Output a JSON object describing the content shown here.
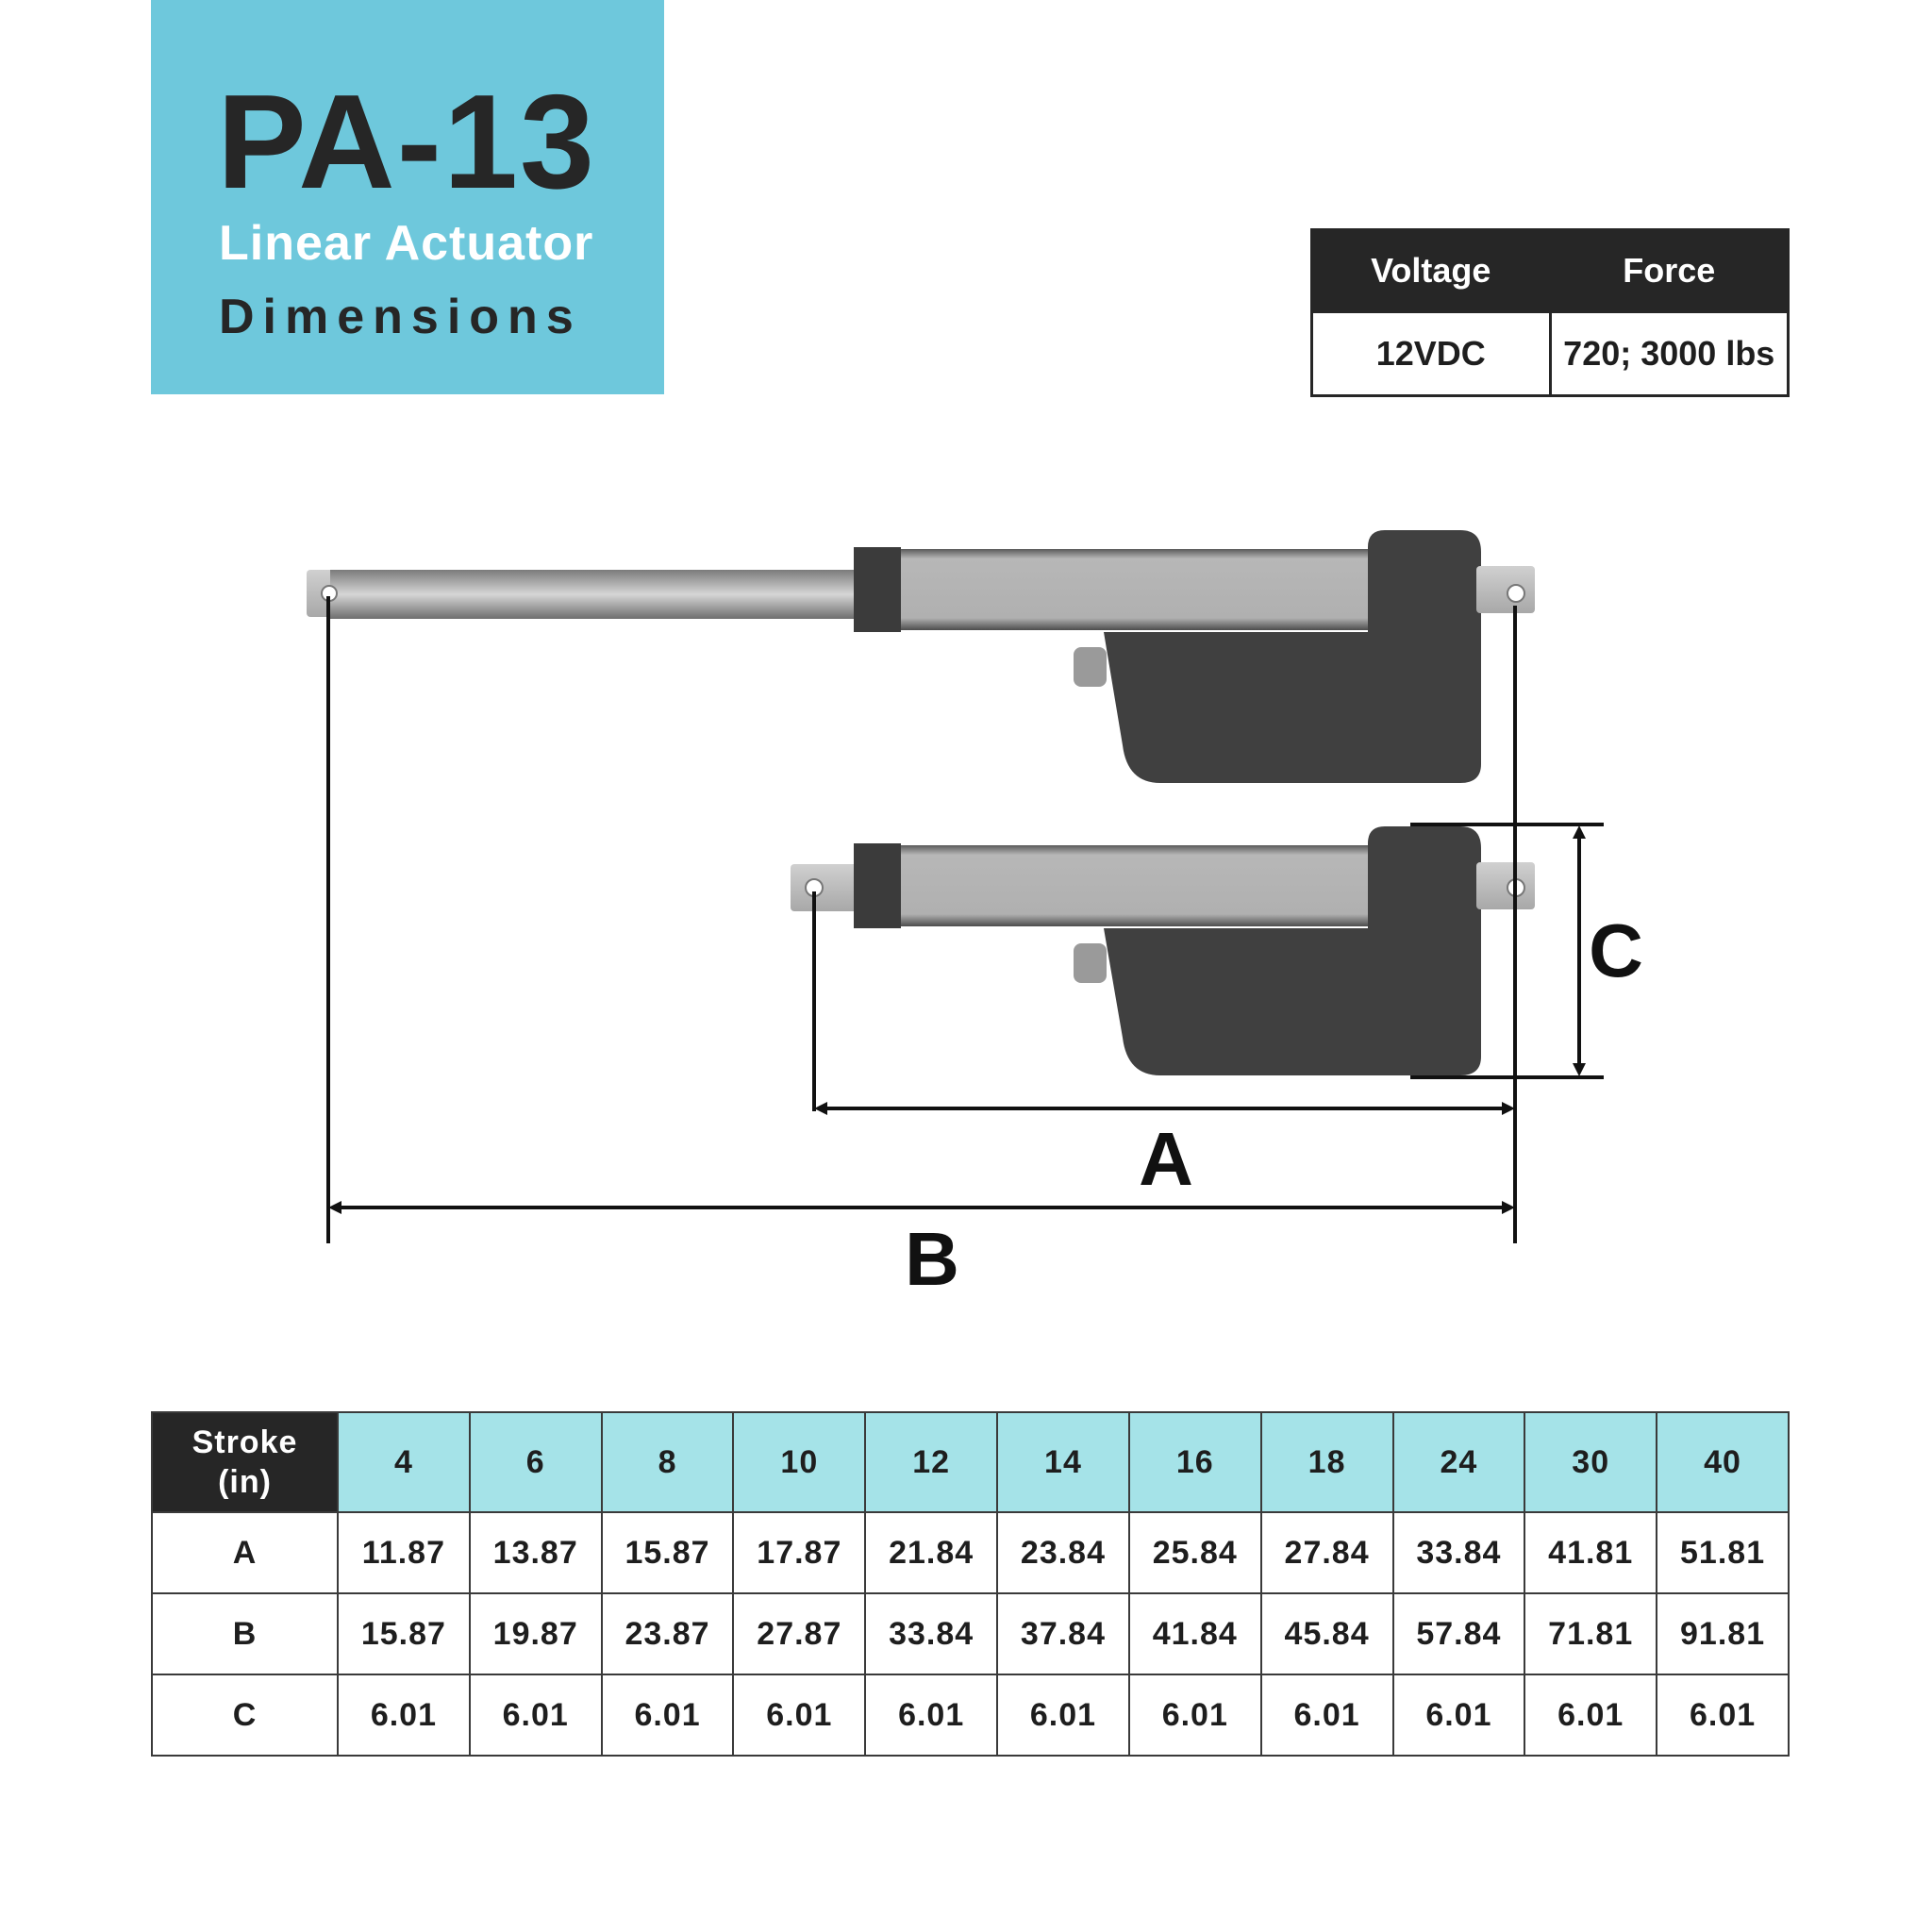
{
  "header": {
    "model": "PA-13",
    "subtitle": "Linear Actuator",
    "subtitle2": "Dimensions"
  },
  "spec_table": {
    "headers": [
      "Voltage",
      "Force"
    ],
    "values": [
      "12VDC",
      "720; 3000 lbs"
    ]
  },
  "diagram": {
    "labels": {
      "a": "A",
      "b": "B",
      "c": "C"
    }
  },
  "dimensions_table": {
    "corner": [
      "Stroke",
      "(in)"
    ],
    "strokes": [
      "4",
      "6",
      "8",
      "10",
      "12",
      "14",
      "16",
      "18",
      "24",
      "30",
      "40"
    ],
    "rows": [
      {
        "label": "A",
        "values": [
          "11.87",
          "13.87",
          "15.87",
          "17.87",
          "21.84",
          "23.84",
          "25.84",
          "27.84",
          "33.84",
          "41.81",
          "51.81"
        ]
      },
      {
        "label": "B",
        "values": [
          "15.87",
          "19.87",
          "23.87",
          "27.87",
          "33.84",
          "37.84",
          "41.84",
          "45.84",
          "57.84",
          "71.81",
          "91.81"
        ]
      },
      {
        "label": "C",
        "values": [
          "6.01",
          "6.01",
          "6.01",
          "6.01",
          "6.01",
          "6.01",
          "6.01",
          "6.01",
          "6.01",
          "6.01",
          "6.01"
        ]
      }
    ]
  },
  "colors": {
    "brand_blue": "#6ec8dc",
    "table_header": "#a5e3e8",
    "dark": "#262626"
  }
}
